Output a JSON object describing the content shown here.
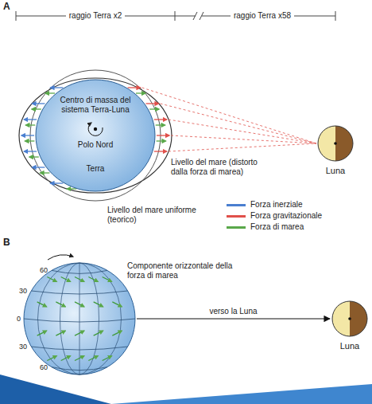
{
  "diagram": {
    "nodes": [
      {
        "text": [
          "Centro di massa del sistema Terra-Luna",
          "Polo Nord",
          "Terra"
        ]
      },
      {
        "text": [
          "Luna"
        ]
      },
      {
        "text": [
          "Componente orizzontale della forza di marea"
        ]
      },
      {
        "text": [
          "Luna"
        ]
      }
    ],
    "edges": [
      {
        "from": 2,
        "to": 3,
        "arrow": "to",
        "label": "verso la Luna"
      }
    ],
    "labels": [
      "A",
      "raggio Terra x2",
      "raggio Terra x58",
      "Livello del mare (distorto dalla forza di marea)",
      "Livello del mare uniforme (teorico)",
      "B",
      "60",
      "30",
      "0",
      "30",
      "60"
    ],
    "legend": [
      {
        "text": "Forza inerziale",
        "color": "#4a7fd0"
      },
      {
        "text": "Forza gravitazionale",
        "color": "#e0504a"
      },
      {
        "text": "Forza di marea",
        "color": "#5aa84a"
      }
    ]
  }
}
